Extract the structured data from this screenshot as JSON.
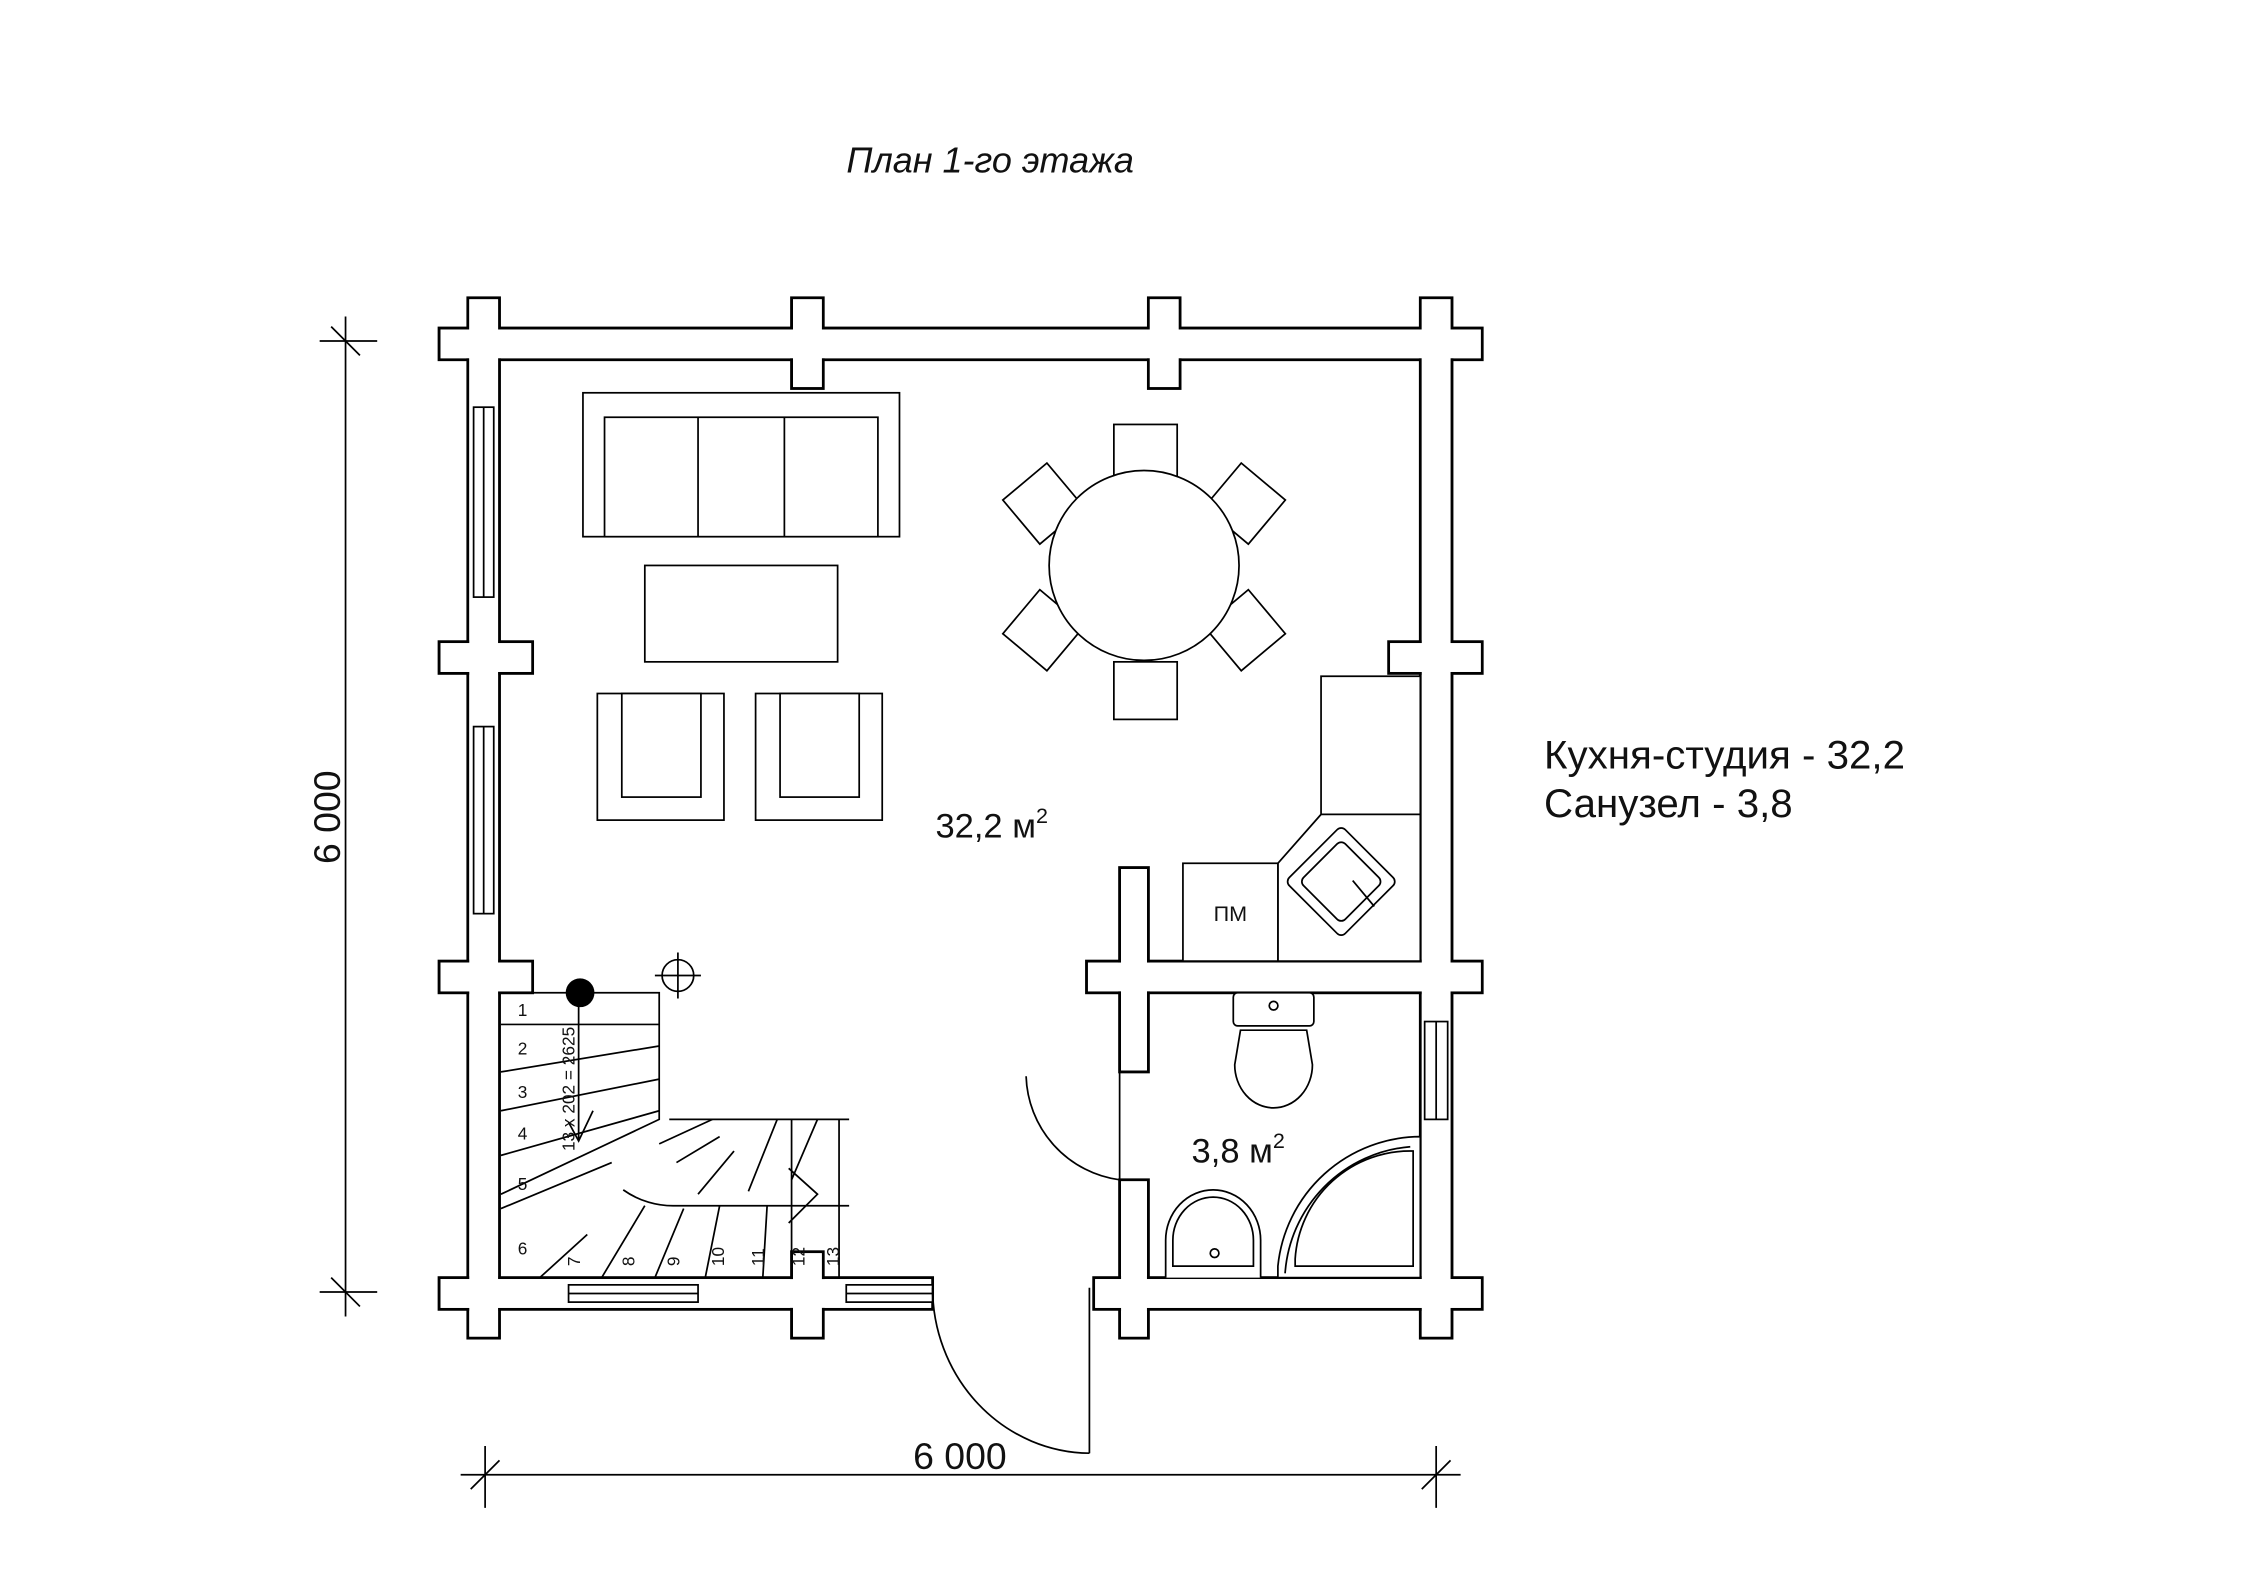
{
  "title": "План 1-го этажа",
  "dimensions": {
    "width_label": "6 000",
    "height_label": "6 000"
  },
  "rooms": {
    "living": {
      "area": "32,2 м",
      "sup": "2"
    },
    "bath": {
      "area": "3,8 м",
      "sup": "2"
    }
  },
  "legend": [
    "Кухня-студия - 32,2",
    "Санузел - 3,8"
  ],
  "appliance_label": "ПМ",
  "stairs": {
    "formula": "13 x 202 = 2625",
    "steps": [
      "1",
      "2",
      "3",
      "4",
      "5",
      "6",
      "7",
      "8",
      "9",
      "10",
      "11",
      "12",
      "13"
    ]
  },
  "colors": {
    "line": "#000000",
    "background": "#ffffff"
  }
}
